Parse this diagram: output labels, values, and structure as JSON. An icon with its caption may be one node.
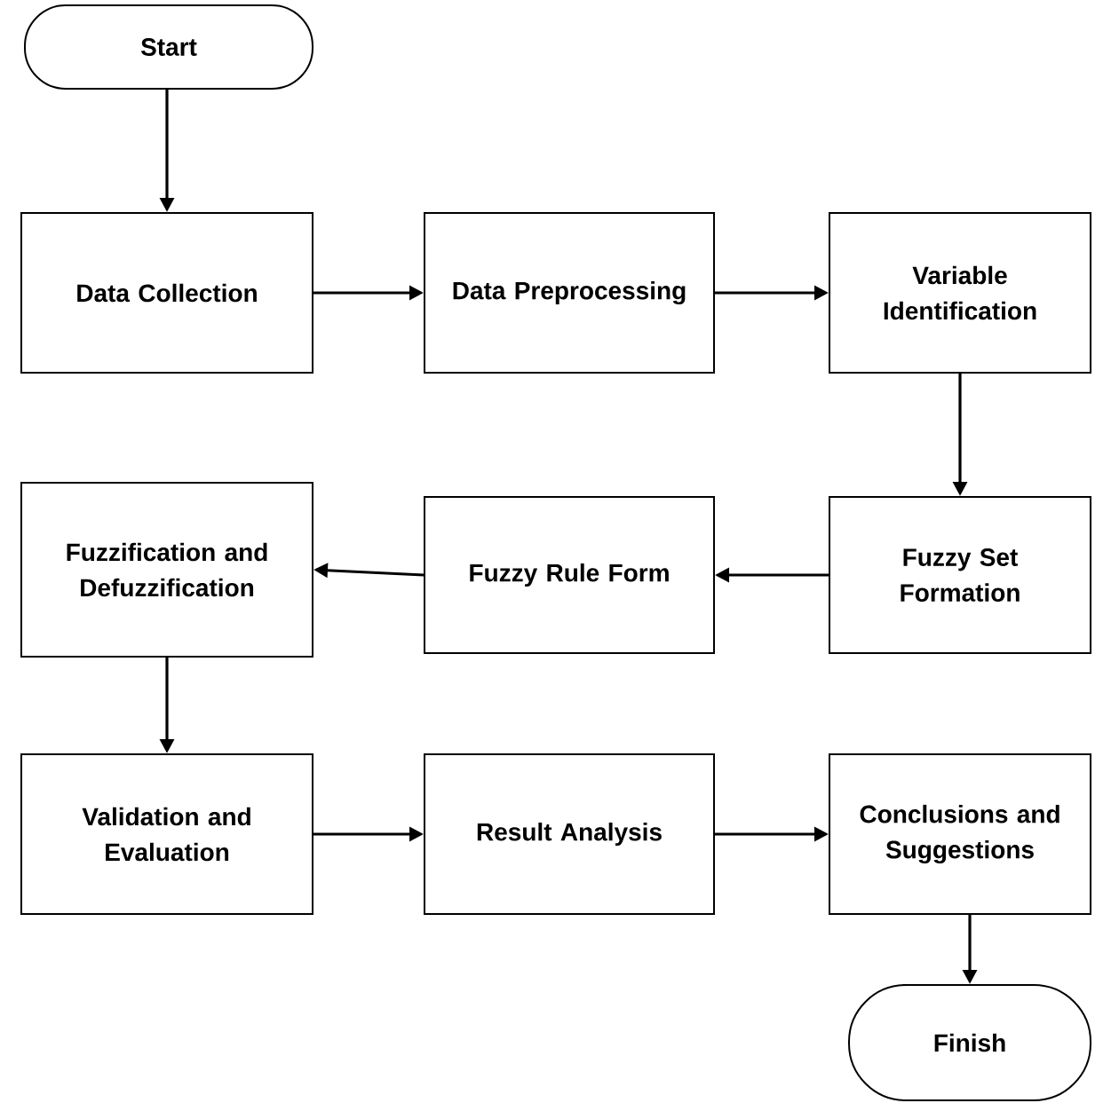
{
  "diagram": {
    "nodes": [
      {
        "text": [
          "Start"
        ]
      },
      {
        "text": [
          "Data Collection"
        ]
      },
      {
        "text": [
          "Data Preprocessing"
        ]
      },
      {
        "text": [
          "Variable Identification"
        ]
      },
      {
        "text": [
          "Fuzzification and Defuzzification"
        ]
      },
      {
        "text": [
          "Fuzzy Rule Form"
        ]
      },
      {
        "text": [
          "Fuzzy Set Formation"
        ]
      },
      {
        "text": [
          "Validation and Evaluation"
        ]
      },
      {
        "text": [
          "Result Analysis"
        ]
      },
      {
        "text": [
          "Conclusions and Suggestions"
        ]
      },
      {
        "text": [
          "Finish"
        ]
      }
    ],
    "edges": [
      {
        "from": 0,
        "to": 1,
        "arrow": "to"
      },
      {
        "from": 1,
        "to": 2,
        "arrow": "to"
      },
      {
        "from": 2,
        "to": 3,
        "arrow": "to"
      },
      {
        "from": 3,
        "to": 6,
        "arrow": "to"
      },
      {
        "from": 6,
        "to": 5,
        "arrow": "to"
      },
      {
        "from": 5,
        "to": 4,
        "arrow": "to"
      },
      {
        "from": 4,
        "to": 7,
        "arrow": "to"
      },
      {
        "from": 7,
        "to": 8,
        "arrow": "to"
      },
      {
        "from": 8,
        "to": 9,
        "arrow": "to"
      },
      {
        "from": 9,
        "to": 10,
        "arrow": "to"
      }
    ]
  }
}
